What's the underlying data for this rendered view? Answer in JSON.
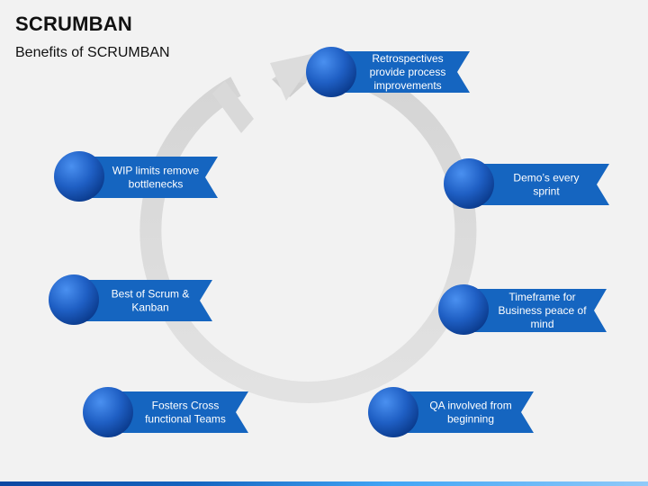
{
  "header": {
    "title": "SCRUMBAN",
    "subtitle": "Benefits of SCRUMBAN"
  },
  "colors": {
    "ribbon": "#1565c0",
    "circle_dark": "#0b3d91",
    "circle_light": "#2f7be0",
    "ring": "#d9d9d9"
  },
  "benefits": [
    {
      "lines": [
        "Retrospectives",
        "provide process",
        "improvements"
      ]
    },
    {
      "lines": [
        "Demo’s every",
        "sprint"
      ]
    },
    {
      "lines": [
        "Timeframe for",
        "Business peace of",
        "mind"
      ]
    },
    {
      "lines": [
        "QA involved from",
        "beginning"
      ]
    },
    {
      "lines": [
        "Fosters Cross",
        "functional Teams"
      ]
    },
    {
      "lines": [
        "Best of Scrum &",
        "Kanban"
      ]
    },
    {
      "lines": [
        "WIP limits remove",
        "bottlenecks"
      ]
    }
  ]
}
